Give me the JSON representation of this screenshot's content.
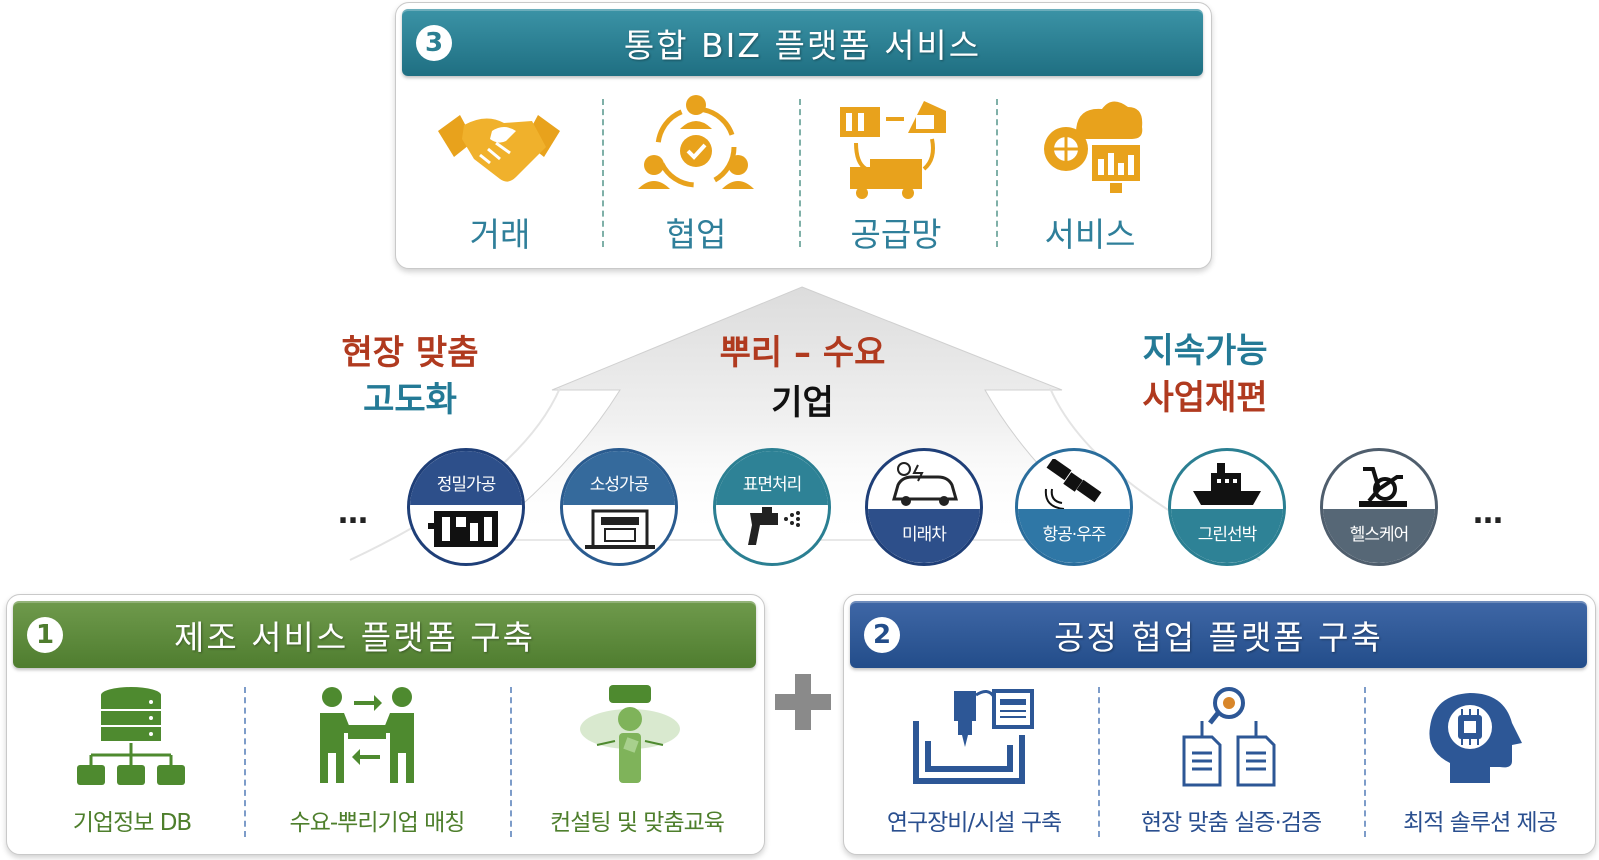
{
  "top_panel": {
    "number": "3",
    "title": "통합 BIZ 플랫폼 서비스",
    "items": [
      {
        "label": "거래",
        "icon": "handshake-icon"
      },
      {
        "label": "협업",
        "icon": "collaboration-icon"
      },
      {
        "label": "공급망",
        "icon": "supply-chain-icon"
      },
      {
        "label": "서비스",
        "icon": "cloud-service-icon"
      }
    ]
  },
  "middle": {
    "left_line1": "현장 맞춤",
    "left_line2": "고도화",
    "center_line1": "뿌리 – 수요",
    "center_line2": "기업",
    "right_line1": "지속가능",
    "right_line2": "사업재편",
    "ellipsis_left": "…",
    "ellipsis_right": "…",
    "industries": [
      {
        "label": "정밀가공",
        "icon": "precision-machining-icon"
      },
      {
        "label": "소성가공",
        "icon": "press-forming-icon"
      },
      {
        "label": "표면처리",
        "icon": "spray-gun-icon"
      },
      {
        "label": "미래차",
        "icon": "electric-car-icon"
      },
      {
        "label": "항공·우주",
        "icon": "satellite-icon"
      },
      {
        "label": "그린선박",
        "icon": "ship-icon"
      },
      {
        "label": "헬스케어",
        "icon": "exercise-bike-icon"
      }
    ]
  },
  "panel_1": {
    "number": "1",
    "title": "제조 서비스 플랫폼 구축",
    "items": [
      {
        "label": "기업정보 DB",
        "icon": "database-icon"
      },
      {
        "label": "수요-뿌리기업 매칭",
        "icon": "matching-icon"
      },
      {
        "label": "컨설팅 및 맞춤교육",
        "icon": "vr-education-icon"
      }
    ]
  },
  "plus": "+",
  "panel_2": {
    "number": "2",
    "title": "공정 협업 플랫폼 구축",
    "items": [
      {
        "label": "연구장비/시설 구축",
        "icon": "cnc-machine-icon"
      },
      {
        "label": "현장 맞춤 실증·검증",
        "icon": "document-analysis-icon"
      },
      {
        "label": "최적 솔루션 제공",
        "icon": "ai-brain-icon"
      }
    ]
  },
  "colors": {
    "teal": "#2b7f92",
    "green": "#5a8a38",
    "blue": "#2d5796",
    "gold": "#e8a21c",
    "red_text": "#b03a1f",
    "teal_text": "#247a96",
    "navy": "#1f3f78",
    "slate": "#4f5e6d"
  }
}
